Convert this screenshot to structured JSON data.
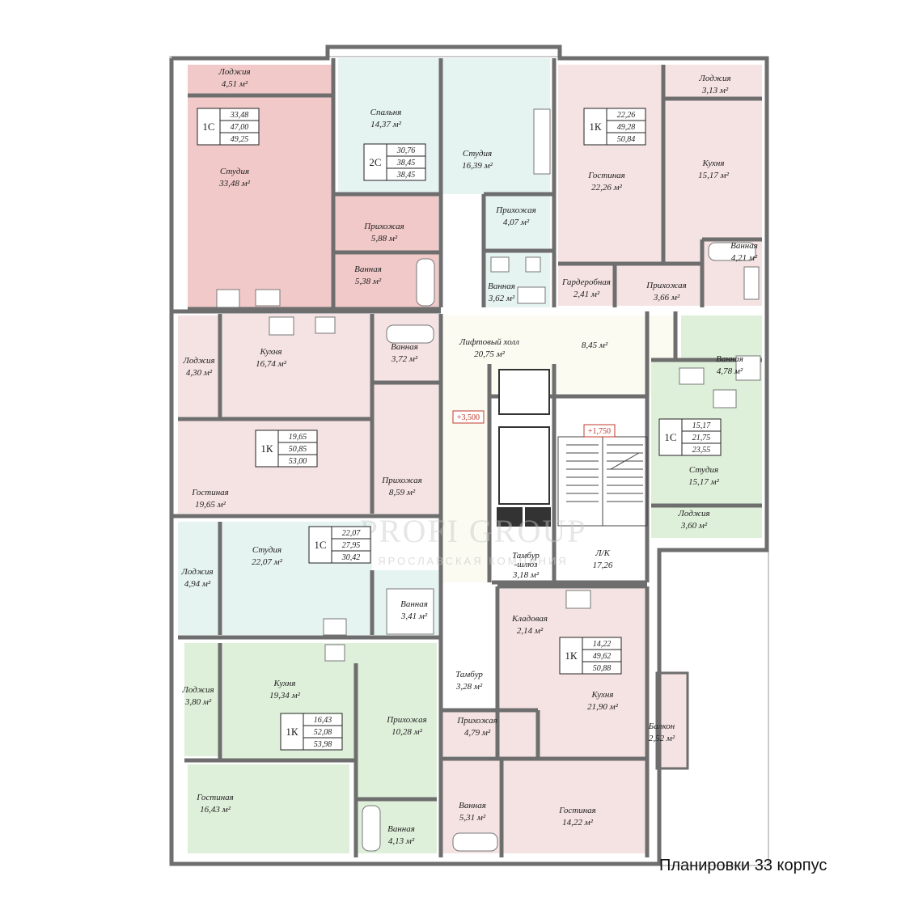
{
  "caption": "Планировки 33 корпус",
  "watermark": {
    "brand": "PROFI GROUP",
    "sub": "ЯРОСЛАВСКАЯ КОМПАНИЯ"
  },
  "levels": {
    "hall": "+3,500",
    "stair": "+1,750"
  },
  "colors": {
    "pink": "#f2c9c9",
    "rose": "#f5e2e2",
    "mint": "#e5f3f1",
    "green": "#dff0da",
    "hall": "#fbfbf2",
    "white": "#ffffff"
  },
  "units": [
    {
      "code": "1С",
      "vals": [
        "33,48",
        "47,00",
        "49,25"
      ]
    },
    {
      "code": "2С",
      "vals": [
        "30,76",
        "38,45",
        "38,45"
      ]
    },
    {
      "code": "1К",
      "vals": [
        "22,26",
        "49,28",
        "50,84"
      ]
    },
    {
      "code": "1К",
      "vals": [
        "19,65",
        "50,85",
        "53,00"
      ]
    },
    {
      "code": "1С",
      "vals": [
        "15,17",
        "21,75",
        "23,55"
      ]
    },
    {
      "code": "1С",
      "vals": [
        "22,07",
        "27,95",
        "30,42"
      ]
    },
    {
      "code": "1К",
      "vals": [
        "14,22",
        "49,62",
        "50,88"
      ]
    },
    {
      "code": "1К",
      "vals": [
        "16,43",
        "52,08",
        "53,98"
      ]
    }
  ],
  "rooms": [
    {
      "name": "Лоджия",
      "area": "4,51 м²"
    },
    {
      "name": "Студия",
      "area": "33,48 м²"
    },
    {
      "name": "Прихожая",
      "area": "5,88 м²"
    },
    {
      "name": "Ванная",
      "area": "5,38 м²"
    },
    {
      "name": "Спальня",
      "area": "14,37 м²"
    },
    {
      "name": "Студия",
      "area": "16,39 м²"
    },
    {
      "name": "Прихожая",
      "area": "4,07 м²"
    },
    {
      "name": "Ванная",
      "area": "3,62 м²"
    },
    {
      "name": "Гостиная",
      "area": "22,26 м²"
    },
    {
      "name": "Лоджия",
      "area": "3,13 м²"
    },
    {
      "name": "Кухня",
      "area": "15,17 м²"
    },
    {
      "name": "Ванная",
      "area": "4,21 м²"
    },
    {
      "name": "Гардеробная",
      "area": "2,41 м²"
    },
    {
      "name": "Прихожая",
      "area": "3,66 м²"
    },
    {
      "name": "Лоджия",
      "area": "4,30 м²"
    },
    {
      "name": "Кухня",
      "area": "16,74 м²"
    },
    {
      "name": "Ванная",
      "area": "3,72 м²"
    },
    {
      "name": "Лифтовый холл",
      "area": "20,75 м²"
    },
    {
      "name": "",
      "area": "8,45 м²"
    },
    {
      "name": "Ванная",
      "area": "4,78 м²"
    },
    {
      "name": "Гостиная",
      "area": "19,65 м²"
    },
    {
      "name": "Прихожая",
      "area": "8,59 м²"
    },
    {
      "name": "Студия",
      "area": "15,17 м²"
    },
    {
      "name": "Лоджия",
      "area": "3,60 м²"
    },
    {
      "name": "Лоджия",
      "area": "4,94 м²"
    },
    {
      "name": "Студия",
      "area": "22,07 м²"
    },
    {
      "name": "Ванная",
      "area": "3,41 м²"
    },
    {
      "name": "Тамбур -шлюз",
      "area": "3,18 м²"
    },
    {
      "name": "Л/К",
      "area": "17,26"
    },
    {
      "name": "Кладовая",
      "area": "2,14 м²"
    },
    {
      "name": "Лоджия",
      "area": "3,80 м²"
    },
    {
      "name": "Кухня",
      "area": "19,34 м²"
    },
    {
      "name": "Прихожая",
      "area": "10,28 м²"
    },
    {
      "name": "Тамбур",
      "area": "3,28 м²"
    },
    {
      "name": "Прихожая",
      "area": "4,79 м²"
    },
    {
      "name": "Кухня",
      "area": "21,90 м²"
    },
    {
      "name": "Балкон",
      "area": "2,52 м²"
    },
    {
      "name": "Гостиная",
      "area": "16,43 м²"
    },
    {
      "name": "Ванная",
      "area": "4,13 м²"
    },
    {
      "name": "Ванная",
      "area": "5,31 м²"
    },
    {
      "name": "Гостиная",
      "area": "14,22 м²"
    }
  ]
}
